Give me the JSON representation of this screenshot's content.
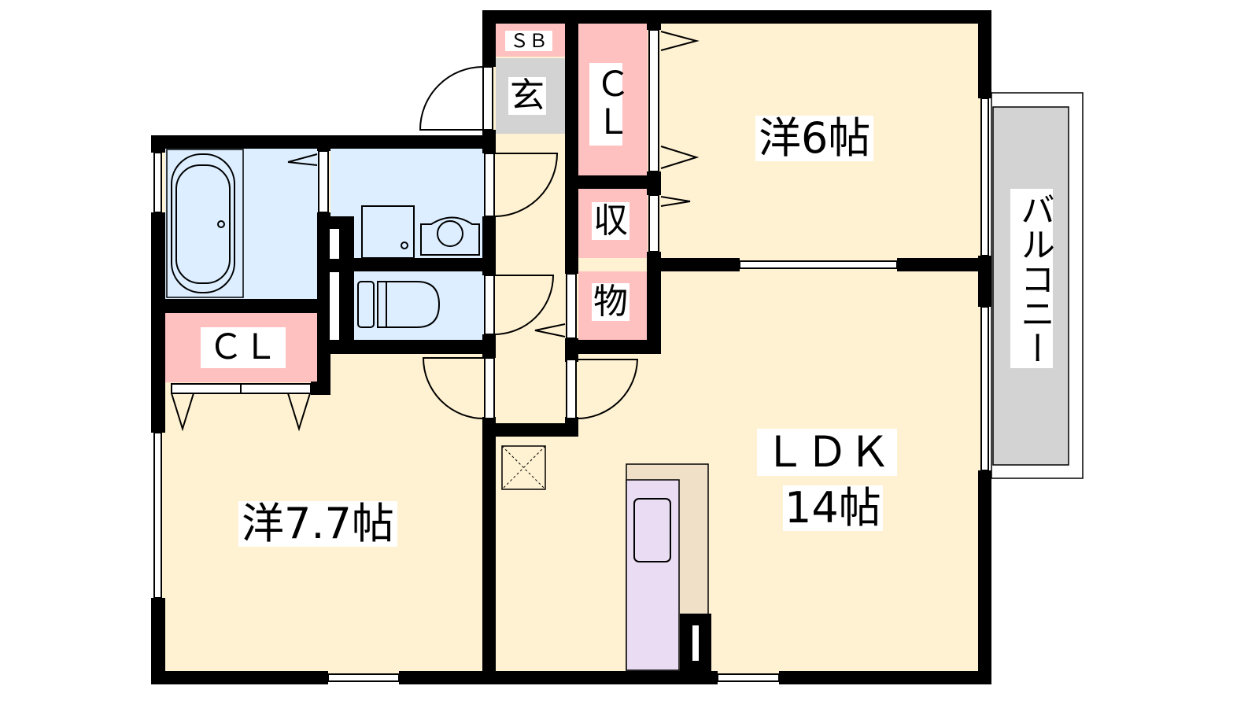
{
  "plan": {
    "rooms": {
      "western_room_1": "洋6帖",
      "western_room_2": "洋7.7帖",
      "ldk_name": "ＬＤＫ",
      "ldk_size": "14帖",
      "entrance": "玄",
      "shoe_box": "ＳＢ",
      "closet_1": "Ｃ\nＬ",
      "closet_2": "ＣＬ",
      "storage_1": "収",
      "storage_2": "物",
      "balcony": "バルコニー"
    },
    "colors": {
      "floor": "#FFF2D2",
      "wet_area": "#DCEEFF",
      "storage": "#FFC0C0",
      "entrance": "#D3D3D3",
      "kitchen": "#EADCF2",
      "counter": "#F0E0C8",
      "balcony": "#D3D3D3"
    }
  }
}
